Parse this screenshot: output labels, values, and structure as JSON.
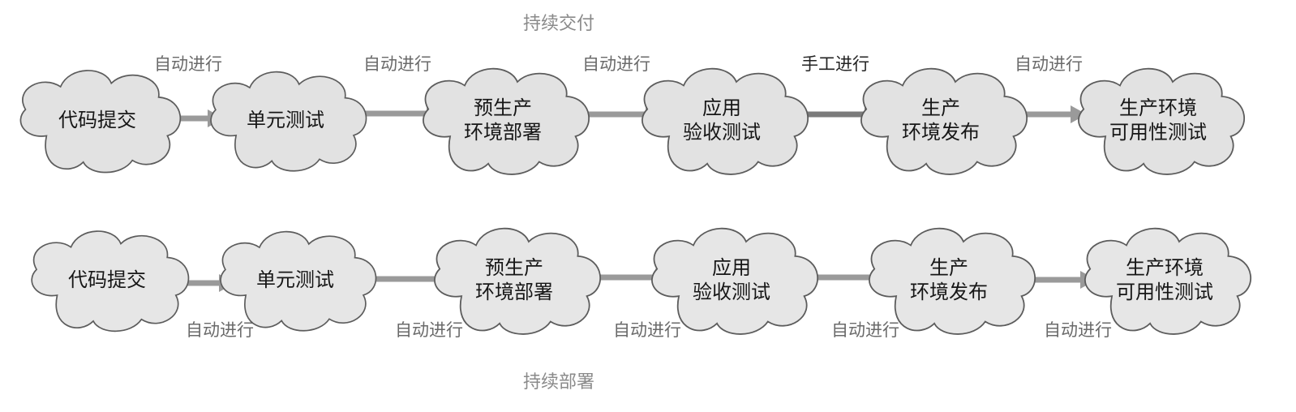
{
  "colors": {
    "cloud_fill": "#e2e2e2",
    "cloud_stroke": "#5c5c5c",
    "arrow": "#9a9a9a",
    "arrow_manual": "#7b7b7b",
    "node_text": "#161616",
    "edge_text": "#6a6a6a",
    "edge_text_manual": "#222222",
    "section_title": "#8a8a8a"
  },
  "continuous_delivery": {
    "title": "持续交付",
    "stages": [
      {
        "lines": [
          "代码提交"
        ]
      },
      {
        "lines": [
          "单元测试"
        ]
      },
      {
        "lines": [
          "预生产",
          "环境部署"
        ]
      },
      {
        "lines": [
          "应用",
          "验收测试"
        ]
      },
      {
        "lines": [
          "生产",
          "环境发布"
        ]
      },
      {
        "lines": [
          "生产环境",
          "可用性测试"
        ]
      }
    ],
    "transitions": [
      {
        "label": "自动进行",
        "manual": false
      },
      {
        "label": "自动进行",
        "manual": false
      },
      {
        "label": "自动进行",
        "manual": false
      },
      {
        "label": "手工进行",
        "manual": true
      },
      {
        "label": "自动进行",
        "manual": false
      }
    ]
  },
  "continuous_deployment": {
    "title": "持续部署",
    "stages": [
      {
        "lines": [
          "代码提交"
        ]
      },
      {
        "lines": [
          "单元测试"
        ]
      },
      {
        "lines": [
          "预生产",
          "环境部署"
        ]
      },
      {
        "lines": [
          "应用",
          "验收测试"
        ]
      },
      {
        "lines": [
          "生产",
          "环境发布"
        ]
      },
      {
        "lines": [
          "生产环境",
          "可用性测试"
        ]
      }
    ],
    "transitions": [
      {
        "label": "自动进行",
        "manual": false
      },
      {
        "label": "自动进行",
        "manual": false
      },
      {
        "label": "自动进行",
        "manual": false
      },
      {
        "label": "自动进行",
        "manual": false
      },
      {
        "label": "自动进行",
        "manual": false
      }
    ]
  }
}
